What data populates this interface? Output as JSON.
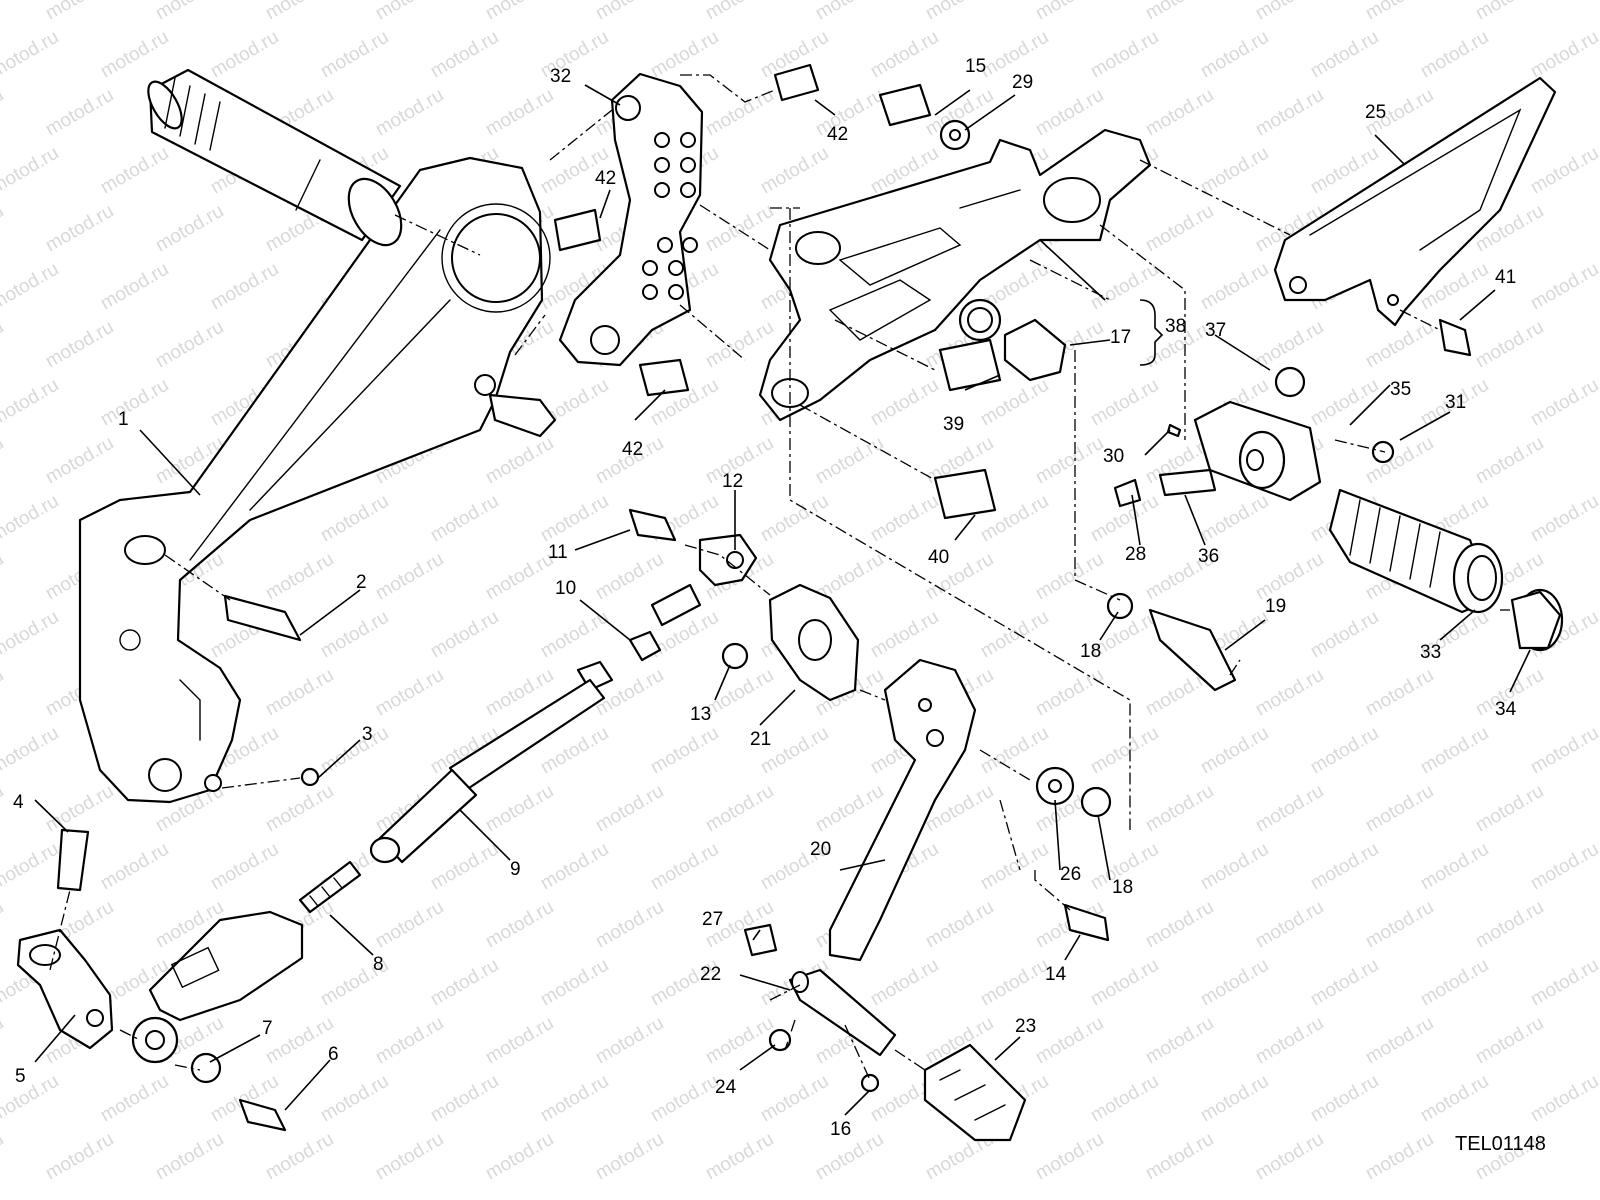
{
  "drawing": {
    "reference_code": "TEL01148",
    "watermark_text": "motod.ru",
    "line_color": "#000000",
    "watermark_color": "#d8d8d8",
    "background_color": "#ffffff"
  },
  "callouts": [
    "1",
    "2",
    "3",
    "4",
    "5",
    "6",
    "7",
    "8",
    "9",
    "10",
    "11",
    "12",
    "13",
    "14",
    "15",
    "16",
    "17",
    "18",
    "18",
    "19",
    "20",
    "21",
    "22",
    "23",
    "24",
    "25",
    "26",
    "27",
    "28",
    "29",
    "30",
    "31",
    "32",
    "33",
    "34",
    "35",
    "36",
    "37",
    "38",
    "39",
    "40",
    "41",
    "42",
    "42",
    "42"
  ]
}
